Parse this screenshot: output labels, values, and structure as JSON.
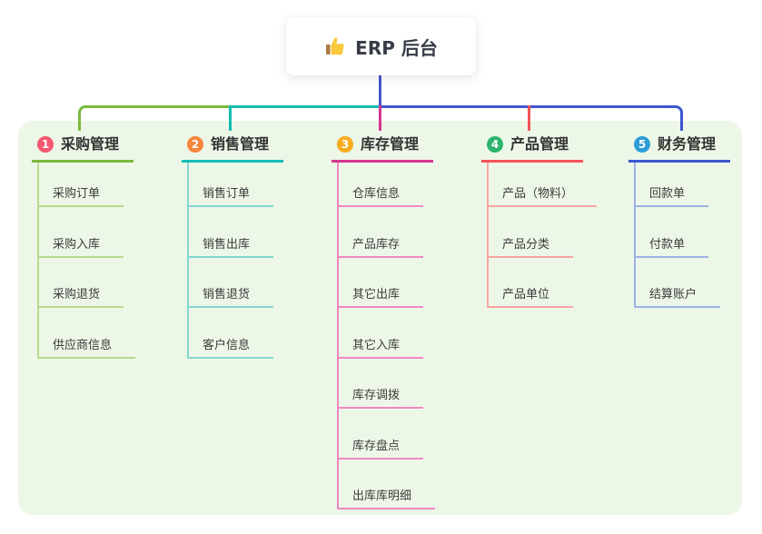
{
  "root": {
    "label": "ERP 后台",
    "icon": "thumbs-up-icon"
  },
  "colors": {
    "panel_bg": "#edf7e8",
    "root_connector": "#4456d0",
    "root_text": "#363b46",
    "node_text": "#3b3b3b"
  },
  "branches": [
    {
      "index": "1",
      "label": "采购管理",
      "colors": {
        "badge": "#f4586e",
        "line": "#7cb93e",
        "light": "#b7da8c"
      },
      "children": [
        "采购订单",
        "采购入库",
        "采购退货",
        "供应商信息"
      ]
    },
    {
      "index": "2",
      "label": "销售管理",
      "colors": {
        "badge": "#f8863c",
        "line": "#14bcb2",
        "light": "#82d8cf"
      },
      "children": [
        "销售订单",
        "销售出库",
        "销售退货",
        "客户信息"
      ]
    },
    {
      "index": "3",
      "label": "库存管理",
      "colors": {
        "badge": "#f6ac1d",
        "line": "#d6368f",
        "light": "#f087c3"
      },
      "children": [
        "仓库信息",
        "产品库存",
        "其它出库",
        "其它入库",
        "库存调拨",
        "库存盘点",
        "出库库明细"
      ]
    },
    {
      "index": "4",
      "label": "产品管理",
      "colors": {
        "badge": "#2cb46e",
        "line": "#f4555a",
        "light": "#f8a6a3"
      },
      "children": [
        "产品（物料）",
        "产品分类",
        "产品单位"
      ]
    },
    {
      "index": "5",
      "label": "财务管理",
      "colors": {
        "badge": "#2d9fd8",
        "line": "#3c56cf",
        "light": "#9db3e8"
      },
      "children": [
        "回款单",
        "付款单",
        "结算账户"
      ]
    }
  ]
}
